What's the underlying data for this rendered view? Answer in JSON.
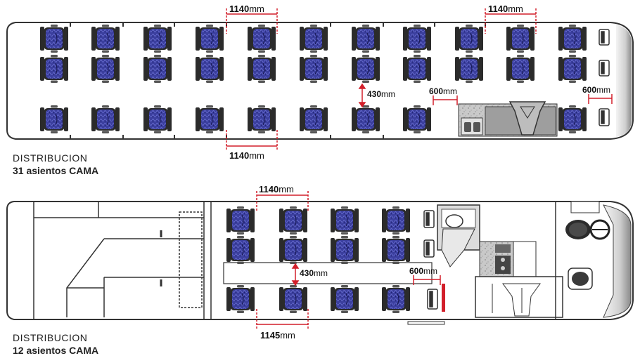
{
  "bus_top": {
    "caption_line1": "DISTRIBUCION",
    "caption_line2": "31 asientos CAMA",
    "dims": {
      "seat_pitch_top_left": {
        "value": "1140",
        "unit": "mm"
      },
      "seat_pitch_top_right": {
        "value": "1140",
        "unit": "mm"
      },
      "aisle": {
        "value": "430",
        "unit": "mm"
      },
      "clearance_mid": {
        "value": "600",
        "unit": "mm"
      },
      "clearance_right": {
        "value": "600",
        "unit": "mm"
      },
      "seat_pitch_bottom": {
        "value": "1140",
        "unit": "mm"
      }
    }
  },
  "bus_bottom": {
    "caption_line1": "DISTRIBUCION",
    "caption_line2": "12 asientos CAMA",
    "dims": {
      "seat_pitch_top": {
        "value": "1140",
        "unit": "mm"
      },
      "aisle": {
        "value": "430",
        "unit": "mm"
      },
      "clearance": {
        "value": "600",
        "unit": "mm"
      },
      "seat_pitch_bottom": {
        "value": "1145",
        "unit": "mm"
      }
    }
  },
  "colors": {
    "seat_fabric": "#3b3f9e",
    "seat_frame": "#2b2b2b",
    "dimension": "#d21f2a",
    "outline": "#333333"
  }
}
